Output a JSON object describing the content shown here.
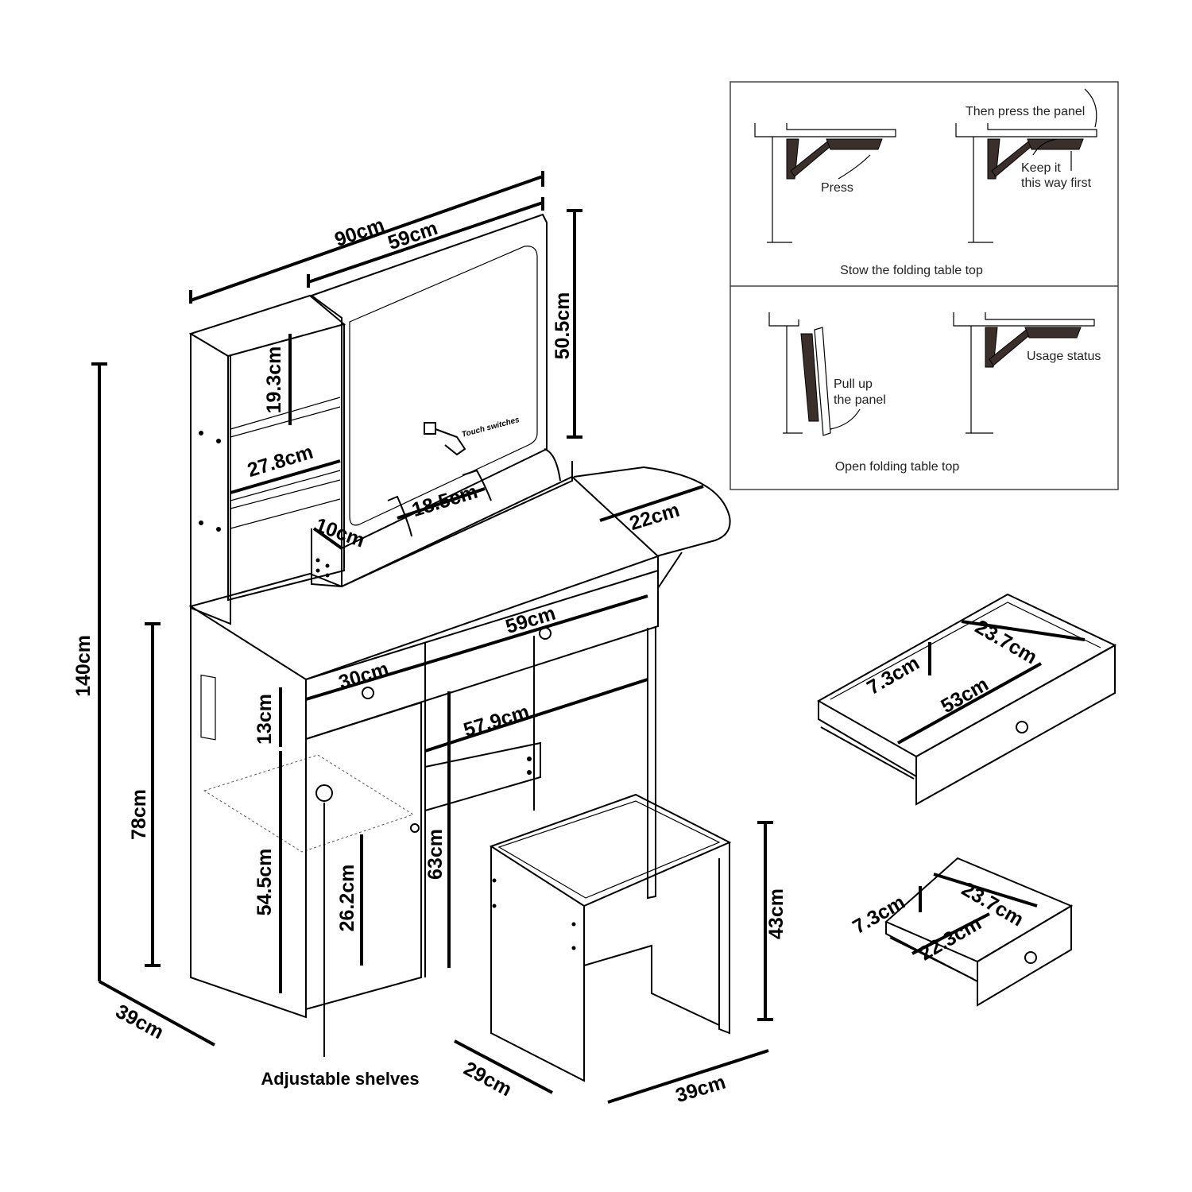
{
  "dimensions": {
    "total_width": "90cm",
    "mirror_width": "59cm",
    "mirror_height": "50.5cm",
    "total_height": "140cm",
    "shelf_height": "19.3cm",
    "shelf_width": "27.8cm",
    "tray_width": "18.5cm",
    "tray_depth": "10cm",
    "fold_table": "22cm",
    "drawer_width": "59cm",
    "small_drawer_width": "30cm",
    "drawer_height": "13cm",
    "knee_width": "57.9cm",
    "table_height": "78cm",
    "cabinet_height": "54.5cm",
    "shelf_gap": "26.2cm",
    "knee_height": "63cm",
    "stool_height": "43cm",
    "table_depth": "39cm",
    "stool_depth": "29cm",
    "stool_width": "39cm"
  },
  "labels": {
    "touch_switches": "Touch switches",
    "adjustable_shelves": "Adjustable shelves"
  },
  "large_drawer": {
    "height": "7.3cm",
    "depth": "23.7cm",
    "width": "53cm"
  },
  "small_drawer": {
    "height": "7.3cm",
    "depth": "23.7cm",
    "width": "22.3cm"
  },
  "inset": {
    "stow": {
      "caption": "Stow the folding table top",
      "press": "Press",
      "then_press": "Then press the panel",
      "keep_line1": "Keep it",
      "keep_line2": "this way first"
    },
    "open": {
      "caption": "Open folding table top",
      "pull_line1": "Pull up",
      "pull_line2": "the panel",
      "usage": "Usage status"
    }
  }
}
